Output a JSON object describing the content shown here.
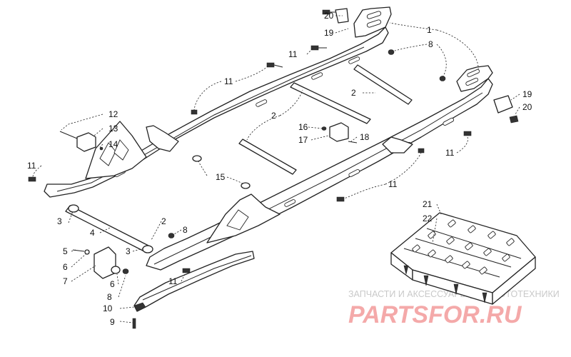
{
  "callouts": [
    {
      "id": "c1",
      "text": "1"
    },
    {
      "id": "c2a",
      "text": "2"
    },
    {
      "id": "c2b",
      "text": "2"
    },
    {
      "id": "c2c",
      "text": "2"
    },
    {
      "id": "c3a",
      "text": "3"
    },
    {
      "id": "c3b",
      "text": "3"
    },
    {
      "id": "c4",
      "text": "4"
    },
    {
      "id": "c5",
      "text": "5"
    },
    {
      "id": "c6a",
      "text": "6"
    },
    {
      "id": "c6b",
      "text": "6"
    },
    {
      "id": "c7",
      "text": "7"
    },
    {
      "id": "c8a",
      "text": "8"
    },
    {
      "id": "c8b",
      "text": "8"
    },
    {
      "id": "c8c",
      "text": "8"
    },
    {
      "id": "c9",
      "text": "9"
    },
    {
      "id": "c10",
      "text": "10"
    },
    {
      "id": "c11a",
      "text": "11"
    },
    {
      "id": "c11b",
      "text": "11"
    },
    {
      "id": "c11c",
      "text": "11"
    },
    {
      "id": "c11d",
      "text": "11"
    },
    {
      "id": "c11e",
      "text": "11"
    },
    {
      "id": "c11f",
      "text": "11"
    },
    {
      "id": "c12",
      "text": "12"
    },
    {
      "id": "c13",
      "text": "13"
    },
    {
      "id": "c14",
      "text": "14"
    },
    {
      "id": "c15",
      "text": "15"
    },
    {
      "id": "c16",
      "text": "16"
    },
    {
      "id": "c17",
      "text": "17"
    },
    {
      "id": "c18",
      "text": "18"
    },
    {
      "id": "c19a",
      "text": "19"
    },
    {
      "id": "c19b",
      "text": "19"
    },
    {
      "id": "c20a",
      "text": "20"
    },
    {
      "id": "c20b",
      "text": "20"
    },
    {
      "id": "c21",
      "text": "21"
    },
    {
      "id": "c22",
      "text": "22"
    }
  ],
  "watermark": {
    "caption": "ЗАПЧАСТИ И АКСЕССУАРЫ ДЛЯ МОТОТЕХНИКИ",
    "brand": "PARTSFOR.RU",
    "brand_color": "#f4a9a9"
  }
}
